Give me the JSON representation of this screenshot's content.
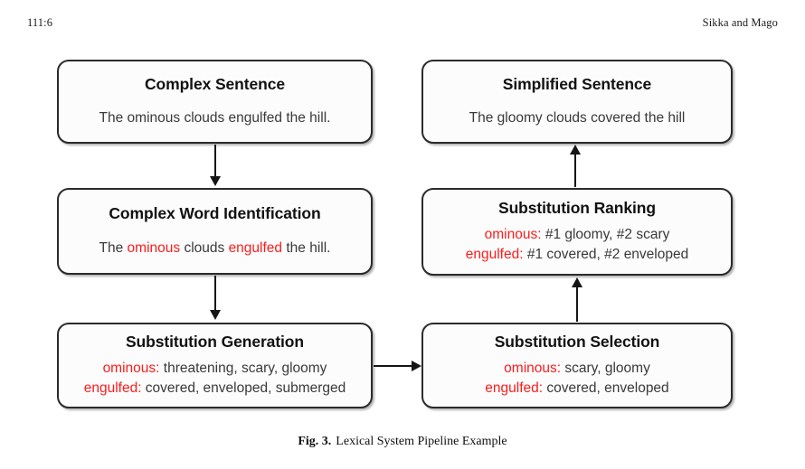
{
  "page": {
    "running_head_left": "111:6",
    "running_head_right": "Sikka and Mago"
  },
  "figure": {
    "caption_label": "Fig. 3.",
    "caption_text": "Lexical System Pipeline Example",
    "accent_color": "#fb1c1c",
    "body_text_color": "#3a3a3a",
    "box_border_color": "#2b2b2b",
    "box_fill_color": "#fcfcfc"
  },
  "nodes": {
    "complex_sentence": {
      "title": "Complex Sentence",
      "line1": "The ominous clouds engulfed the hill."
    },
    "complex_word_identification": {
      "title": "Complex Word Identification",
      "line1_pre": "The ",
      "line1_kw1": "ominous",
      "line1_mid": " clouds ",
      "line1_kw2": "engulfed",
      "line1_post": " the hill."
    },
    "substitution_generation": {
      "title": "Substitution Generation",
      "row1_label": "ominous:",
      "row1_value": " threatening, scary, gloomy",
      "row2_label": "engulfed:",
      "row2_value": " covered, enveloped, submerged"
    },
    "substitution_selection": {
      "title": "Substitution Selection",
      "row1_label": "ominous:",
      "row1_value": " scary, gloomy",
      "row2_label": "engulfed:",
      "row2_value": " covered, enveloped"
    },
    "substitution_ranking": {
      "title": "Substitution Ranking",
      "row1_label": "ominous:",
      "row1_value": " #1 gloomy, #2 scary",
      "row2_label": "engulfed:",
      "row2_value": " #1 covered, #2 enveloped"
    },
    "simplified_sentence": {
      "title": "Simplified Sentence",
      "line1": "The gloomy clouds covered the hill"
    }
  },
  "edges": [
    {
      "name": "complex-sentence-to-cwi",
      "direction": "down"
    },
    {
      "name": "cwi-to-substitution-generation",
      "direction": "down"
    },
    {
      "name": "substitution-generation-to-substitution-selection",
      "direction": "right"
    },
    {
      "name": "substitution-selection-to-substitution-ranking",
      "direction": "up"
    },
    {
      "name": "substitution-ranking-to-simplified-sentence",
      "direction": "up"
    }
  ]
}
